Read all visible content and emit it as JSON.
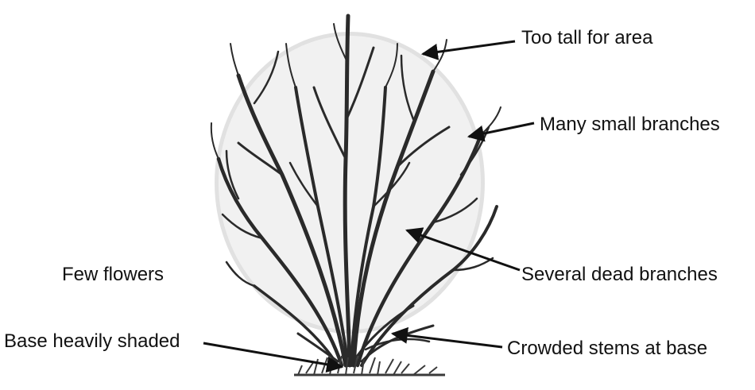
{
  "labels": {
    "too_tall": "Too tall for area",
    "many_small": "Many small branches",
    "several_dead": "Several dead branches",
    "few_flowers": "Few flowers",
    "base_shaded": "Base heavily shaded",
    "crowded_stems": "Crowded stems at base"
  },
  "colors": {
    "ink": "#111111",
    "branch": "#2a2a2a",
    "grass": "#3a3a3a",
    "stipple": "#bdbdbd"
  }
}
